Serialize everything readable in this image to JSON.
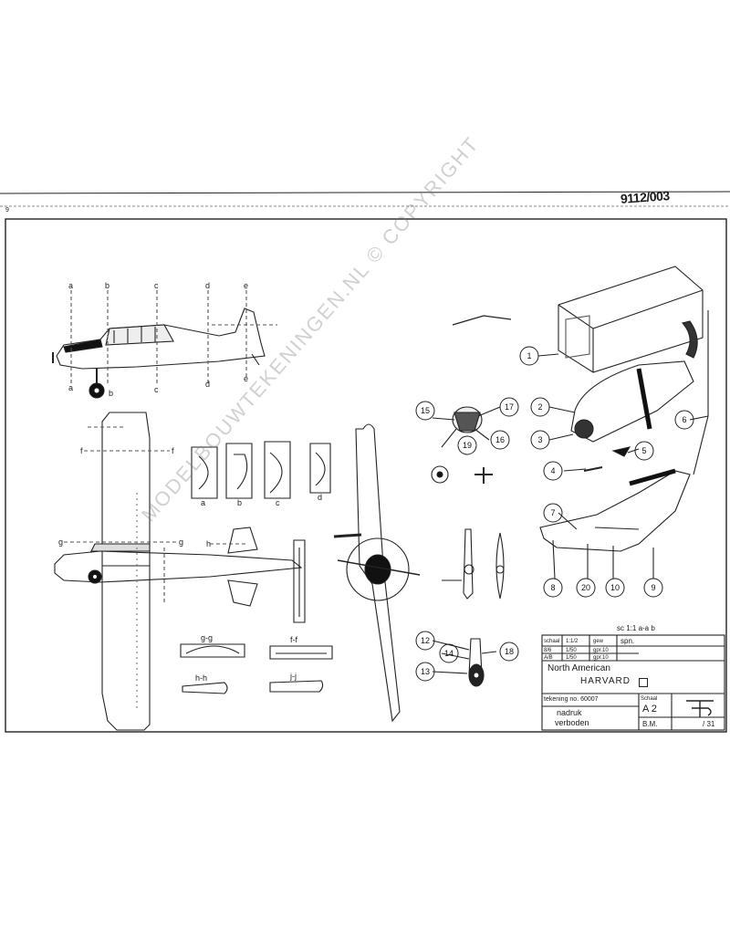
{
  "sheet_ref": "9112/003",
  "sheet_corner_mark": "9",
  "watermark": "MODELBOUWTEKENINGEN.NL © COPYRIGHT",
  "section_views": [
    {
      "label": "a",
      "marks": "a"
    },
    {
      "label": "b",
      "marks": "b"
    },
    {
      "label": "c",
      "marks": "c"
    },
    {
      "label": "d",
      "marks": "d"
    }
  ],
  "side_view_stations": [
    "a",
    "b",
    "c",
    "d",
    "e"
  ],
  "side_view_lower_stations": [
    "a",
    "b",
    "c",
    "d",
    "e"
  ],
  "top_view_stations": {
    "f": "f",
    "g": "g",
    "h": "h"
  },
  "profile_labels": [
    "g-g",
    "f-f",
    "h-h",
    "j-j"
  ],
  "part_numbers": [
    "1",
    "2",
    "3",
    "4",
    "5",
    "6",
    "7",
    "8",
    "9",
    "10",
    "12",
    "13",
    "14",
    "15",
    "16",
    "17",
    "18",
    "19",
    "20"
  ],
  "scale_note": "sc 1:1 a-a b",
  "title_block": {
    "row1_col1": "schaal",
    "row1_col2": "1:1/2",
    "row1_col3": "gew",
    "row1_col4": "spn.",
    "row2_col1": "8/6",
    "row2_col2": "1/50",
    "row2_col3": "gpr.10",
    "row3_col1": "A/B",
    "row3_col2": "1/50",
    "row3_col3": "gpr.10",
    "maker": "North American",
    "model": "HARVARD",
    "drawing_no_label": "tekening no. 60007",
    "size": "A 2",
    "reprint_line1": "nadruk",
    "reprint_line2": "verboden",
    "scale_label": "Schaal",
    "footer_label": "B.M.",
    "footer_code": "/ 31"
  }
}
